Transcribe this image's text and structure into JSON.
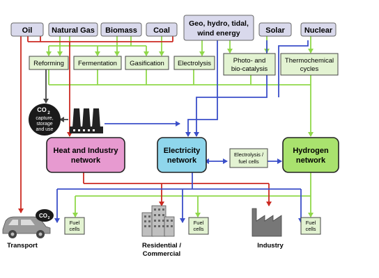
{
  "sources": {
    "oil": "Oil",
    "natural_gas": "Natural Gas",
    "biomass": "Biomass",
    "coal": "Coal",
    "renewables_line1": "Geo, hydro, tidal,",
    "renewables_line2": "wind energy",
    "solar": "Solar",
    "nuclear": "Nuclear"
  },
  "processes": {
    "reforming": "Reforming",
    "fermentation": "Fermentation",
    "gasification": "Gasification",
    "electrolysis": "Electrolysis",
    "photo_line1": "Photo- and",
    "photo_line2": "bio-catalysis",
    "thermo_line1": "Thermochemical",
    "thermo_line2": "cycles"
  },
  "co2_storage": {
    "title": "CO",
    "title_sub": "2",
    "line1": "capture,",
    "line2": "storage",
    "line3": "and use"
  },
  "networks": {
    "heat_line1": "Heat and Industry",
    "heat_line2": "network",
    "electricity_line1": "Electricity",
    "electricity_line2": "network",
    "link_line1": "Electrolysis /",
    "link_line2": "fuel cells",
    "hydrogen_line1": "Hydrogen",
    "hydrogen_line2": "network"
  },
  "end_uses": {
    "transport": "Transport",
    "residential_line1": "Residential /",
    "residential_line2": "Commercial",
    "industry": "Industry",
    "fuel_cells_line1": "Fuel",
    "fuel_cells_line2": "cells",
    "car_co2": "CO",
    "car_co2_sub": "2"
  },
  "colors": {
    "source_box": "#d9d9ec",
    "process_box": "#e3f3d2",
    "heat_network": "#e79ad0",
    "electricity_network": "#8fd6ec",
    "hydrogen_network": "#a9e26e",
    "red_line": "#cc2a22",
    "green_line": "#90d84a",
    "blue_line": "#3b4fc9",
    "dark_line": "#444444"
  }
}
